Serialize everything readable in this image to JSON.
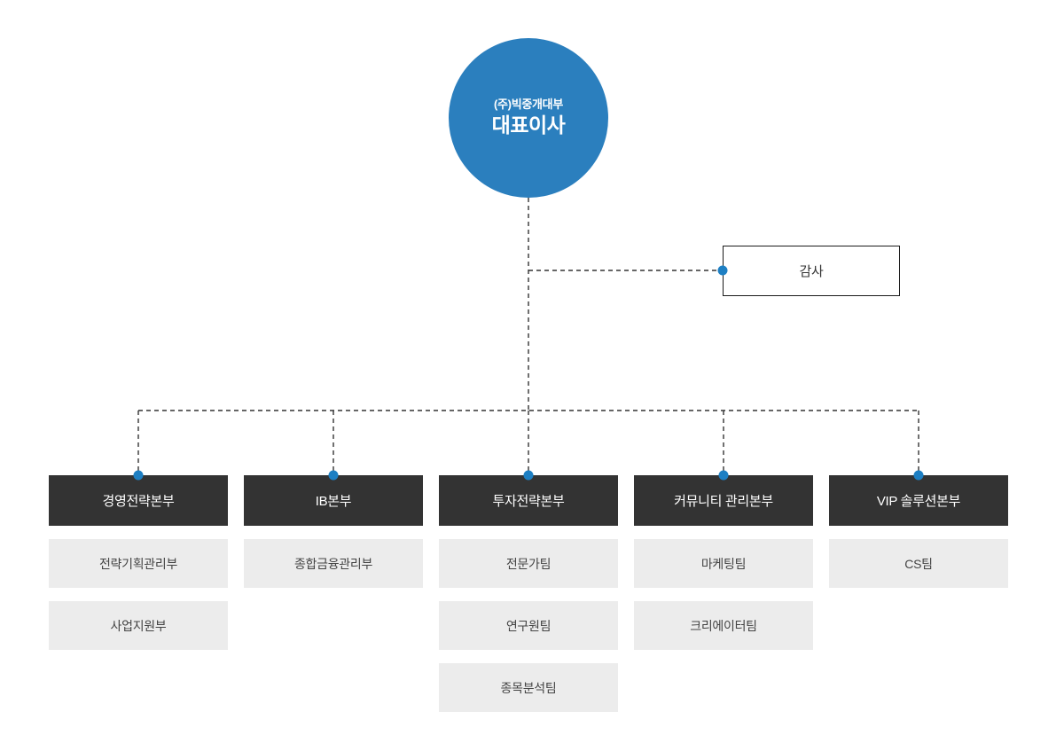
{
  "chart": {
    "type": "org-chart",
    "root": {
      "company": "(주)빅중개대부",
      "title": "대표이사"
    },
    "auditor": {
      "label": "감사"
    },
    "columns": [
      {
        "head": "경영전략본부",
        "teams": [
          "전략기획관리부",
          "사업지원부"
        ]
      },
      {
        "head": "IB본부",
        "teams": [
          "종합금융관리부"
        ]
      },
      {
        "head": "투자전략본부",
        "teams": [
          "전문가팀",
          "연구원팀",
          "종목분석팀"
        ]
      },
      {
        "head": "커뮤니티 관리본부",
        "teams": [
          "마케팅팀",
          "크리에이터팀"
        ]
      },
      {
        "head": "VIP 솔루션본부",
        "teams": [
          "CS팀"
        ]
      }
    ],
    "colors": {
      "root_circle": "#2b7fbe",
      "node_dot": "#1d7fc3",
      "dept_head_bg": "#333333",
      "team_bg": "#ececec",
      "connector": "#333333",
      "page_bg": "#ffffff"
    }
  }
}
